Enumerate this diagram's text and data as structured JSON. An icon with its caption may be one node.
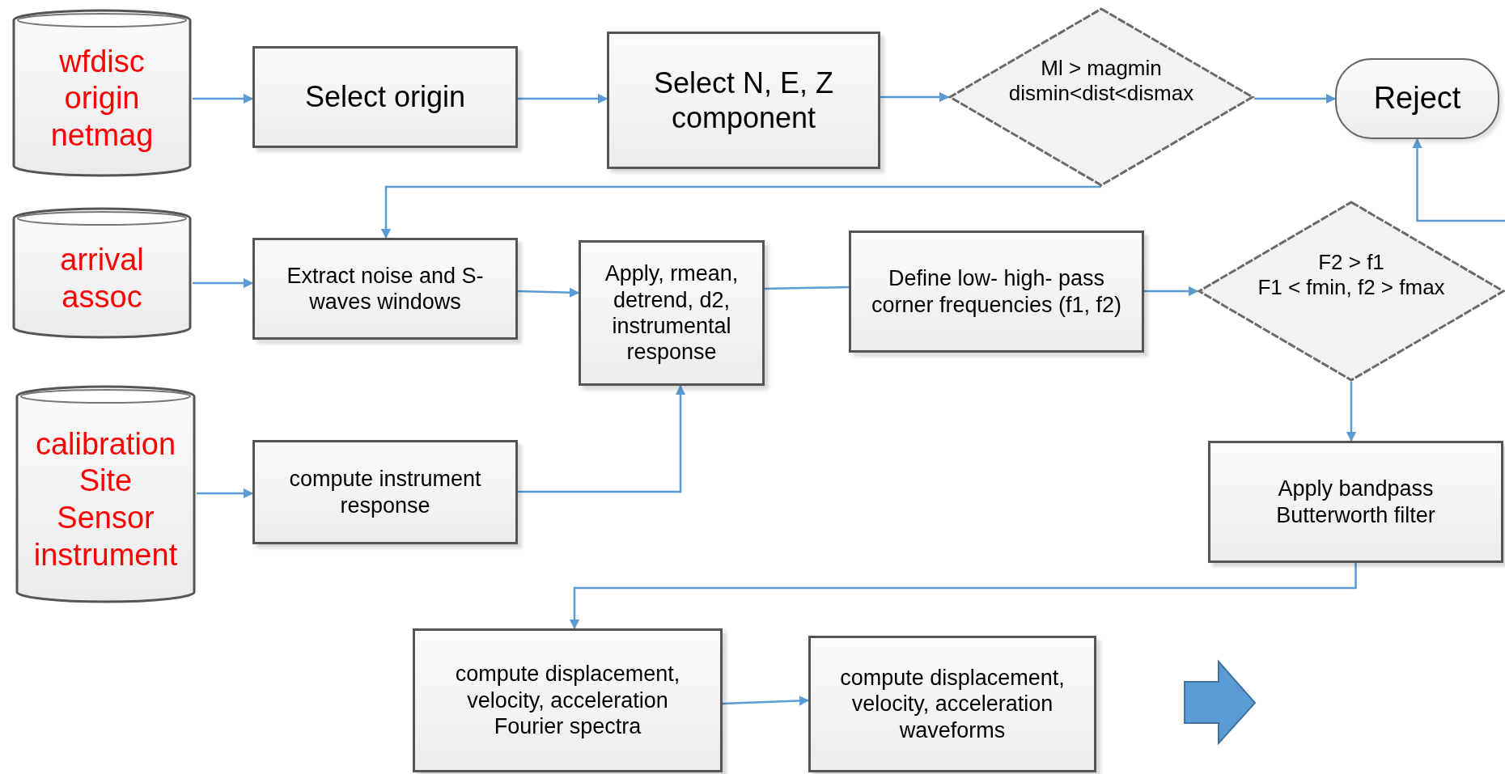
{
  "diagram": {
    "nodes": [
      {
        "text": [
          "wfdisc origin netmag"
        ]
      },
      {
        "text": [
          "Select origin"
        ]
      },
      {
        "text": [
          "Select N, E, Z component"
        ]
      },
      {
        "text": [
          "Ml > magmin",
          "dismin<dist<dismax"
        ]
      },
      {
        "text": [
          "Reject"
        ]
      },
      {
        "text": [
          "arrival assoc"
        ]
      },
      {
        "text": [
          "Extract noise and S-waves windows"
        ]
      },
      {
        "text": [
          "Apply, rmean, detrend, d2, instrumental response"
        ]
      },
      {
        "text": [
          "Define low- high- pass corner frequencies (f1, f2)"
        ]
      },
      {
        "text": [
          "F2 > f1",
          "F1 < fmin, f2 > fmax"
        ]
      },
      {
        "text": [
          "calibration Site Sensor instrument"
        ]
      },
      {
        "text": [
          "compute instrument response"
        ]
      },
      {
        "text": [
          "Apply bandpass Butterworth filter"
        ]
      },
      {
        "text": [
          "compute displacement, velocity, acceleration Fourier spectra"
        ]
      },
      {
        "text": [
          "compute displacement, velocity, acceleration waveforms"
        ]
      },
      {
        "text": [],
        "shape": "arrow"
      }
    ],
    "edges": [
      {
        "from": 0,
        "to": 1,
        "arrow": "to"
      },
      {
        "from": 1,
        "to": 2,
        "arrow": "to"
      },
      {
        "from": 2,
        "to": 3,
        "arrow": "to"
      },
      {
        "from": 3,
        "to": 4,
        "arrow": "to"
      },
      {
        "from": 3,
        "to": 6,
        "arrow": "to"
      },
      {
        "from": 5,
        "to": 6,
        "arrow": "to"
      },
      {
        "from": 6,
        "to": 7,
        "arrow": "to"
      },
      {
        "from": 10,
        "to": 11,
        "arrow": "to"
      },
      {
        "from": 11,
        "to": 7,
        "arrow": "to"
      },
      {
        "from": 7,
        "to": 8,
        "arrow": "none"
      },
      {
        "from": 8,
        "to": 9,
        "arrow": "to"
      },
      {
        "from": 9,
        "to": 12,
        "arrow": "to"
      },
      {
        "from": 12,
        "to": 13,
        "arrow": "to"
      },
      {
        "from": 13,
        "to": 14,
        "arrow": "to"
      },
      {
        "from": null,
        "to": 4,
        "arrow": "to"
      }
    ]
  }
}
